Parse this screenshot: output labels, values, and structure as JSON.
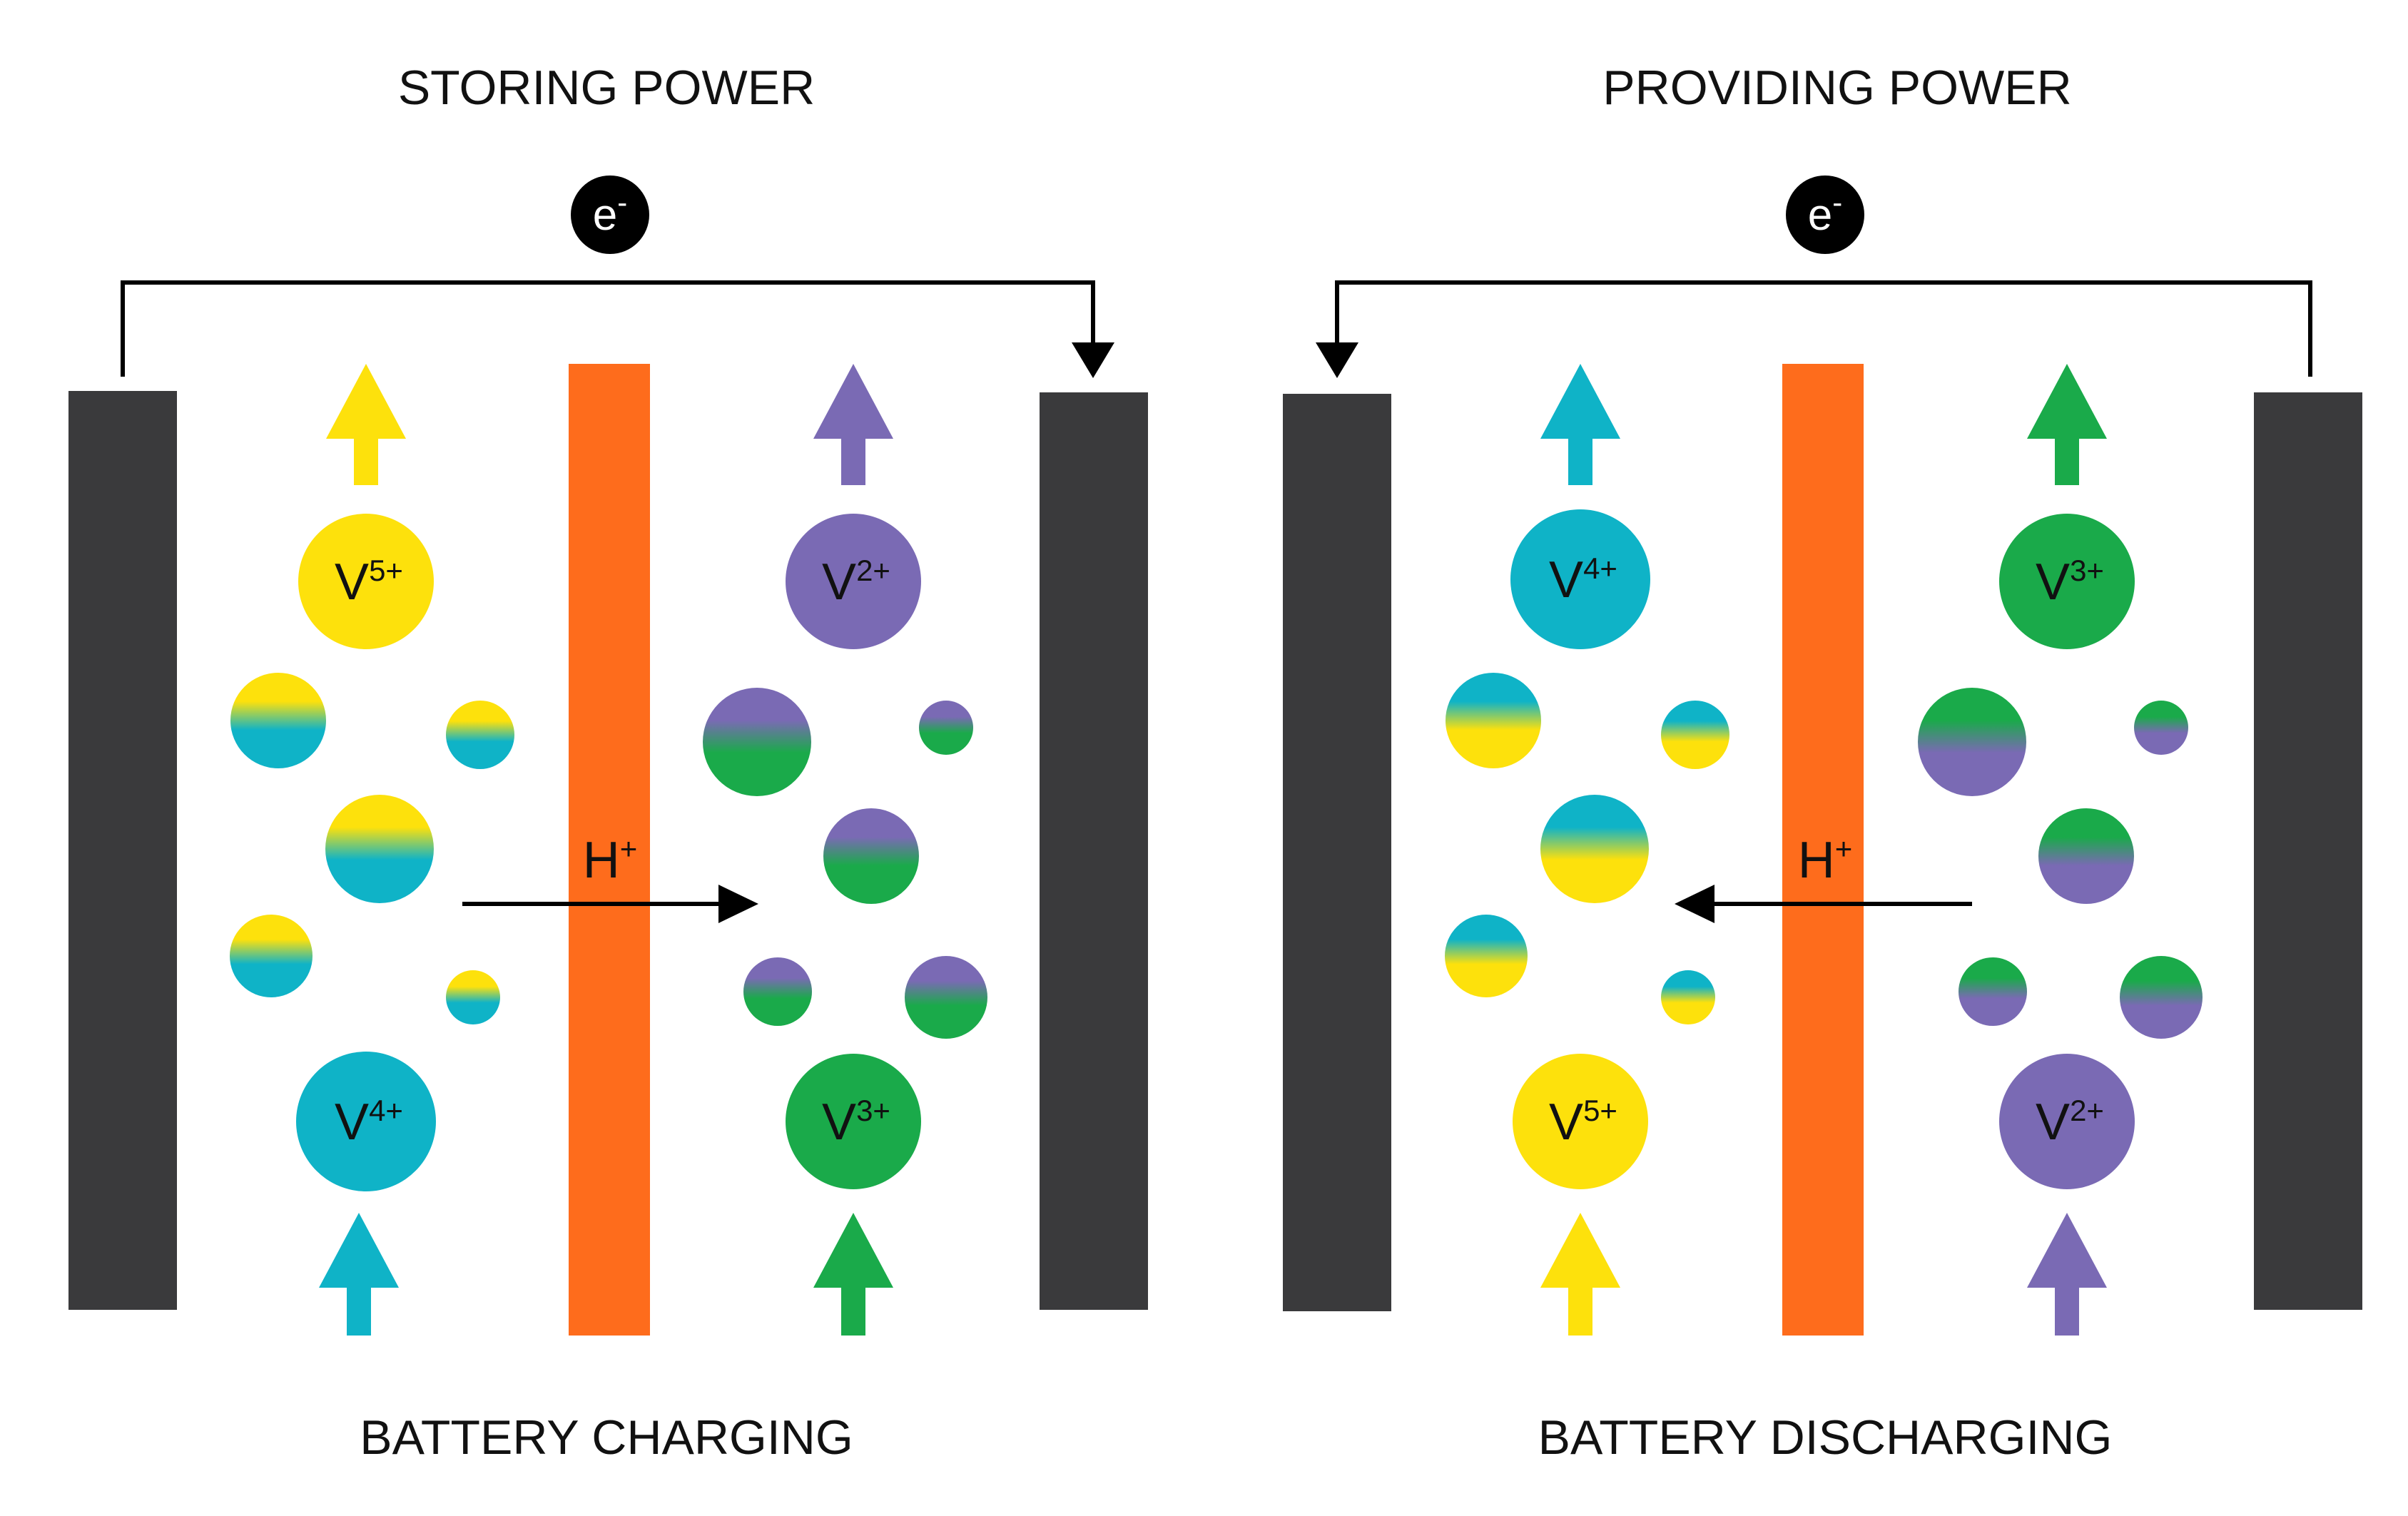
{
  "colors": {
    "electrode": "#3a3a3c",
    "membrane": "#fe6c1c",
    "yellow": "#fde10c",
    "teal": "#0fb3c7",
    "purple": "#7a6ab4",
    "green": "#1aaa4a",
    "black": "#000000"
  },
  "panels": [
    {
      "title": "STORING POWER",
      "caption": "BATTERY CHARGING",
      "electron": {
        "label": "e",
        "sup": "-"
      },
      "proton": {
        "label": "H",
        "sup": "+",
        "direction": "right"
      },
      "electron_flow": "left-to-right",
      "ions": {
        "left_top": {
          "label": "V",
          "sup": "5+",
          "color": "yellow",
          "arrow": "yellow"
        },
        "left_bottom": {
          "label": "V",
          "sup": "4+",
          "color": "teal",
          "arrow": "teal"
        },
        "right_top": {
          "label": "V",
          "sup": "2+",
          "color": "purple",
          "arrow": "purple"
        },
        "right_bottom": {
          "label": "V",
          "sup": "3+",
          "color": "green",
          "arrow": "green"
        }
      },
      "mixed_left": {
        "top": "yellow",
        "bottom": "teal"
      },
      "mixed_right": {
        "top": "purple",
        "bottom": "green"
      }
    },
    {
      "title": "PROVIDING POWER",
      "caption": "BATTERY DISCHARGING",
      "electron": {
        "label": "e",
        "sup": "-"
      },
      "proton": {
        "label": "H",
        "sup": "+",
        "direction": "left"
      },
      "electron_flow": "right-to-left",
      "ions": {
        "left_top": {
          "label": "V",
          "sup": "4+",
          "color": "teal",
          "arrow": "teal"
        },
        "left_bottom": {
          "label": "V",
          "sup": "5+",
          "color": "yellow",
          "arrow": "yellow"
        },
        "right_top": {
          "label": "V",
          "sup": "3+",
          "color": "green",
          "arrow": "green"
        },
        "right_bottom": {
          "label": "V",
          "sup": "2+",
          "color": "purple",
          "arrow": "purple"
        }
      },
      "mixed_left": {
        "top": "teal",
        "bottom": "yellow"
      },
      "mixed_right": {
        "top": "green",
        "bottom": "purple"
      }
    }
  ]
}
